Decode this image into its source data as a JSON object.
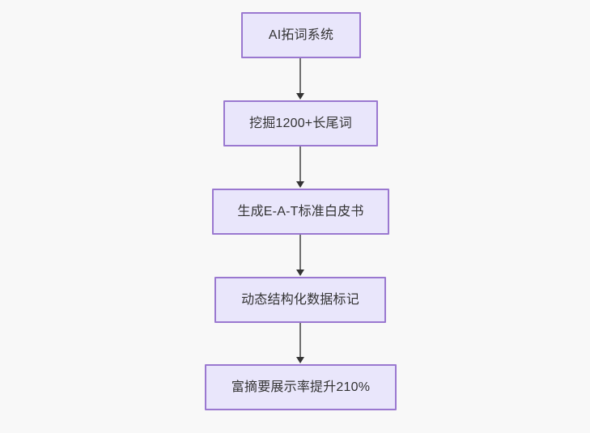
{
  "diagram": {
    "type": "flowchart",
    "direction": "top-to-bottom",
    "background_color": "#f8f8f8",
    "node_fill_color": "#e9e6fb",
    "node_border_color": "#9a78d0",
    "node_text_color": "#333333",
    "edge_line_color": "#707070",
    "arrowhead_color": "#333333",
    "nodes": [
      {
        "id": "n1",
        "label": "AI拓词系统"
      },
      {
        "id": "n2",
        "label": "挖掘1200+长尾词"
      },
      {
        "id": "n3",
        "label": "生成E-A-T标准白皮书"
      },
      {
        "id": "n4",
        "label": "动态结构化数据标记"
      },
      {
        "id": "n5",
        "label": "富摘要展示率提升210%"
      }
    ],
    "edges": [
      {
        "from": "n1",
        "to": "n2",
        "label": ""
      },
      {
        "from": "n2",
        "to": "n3",
        "label": ""
      },
      {
        "from": "n3",
        "to": "n4",
        "label": ""
      },
      {
        "from": "n4",
        "to": "n5",
        "label": ""
      }
    ]
  }
}
